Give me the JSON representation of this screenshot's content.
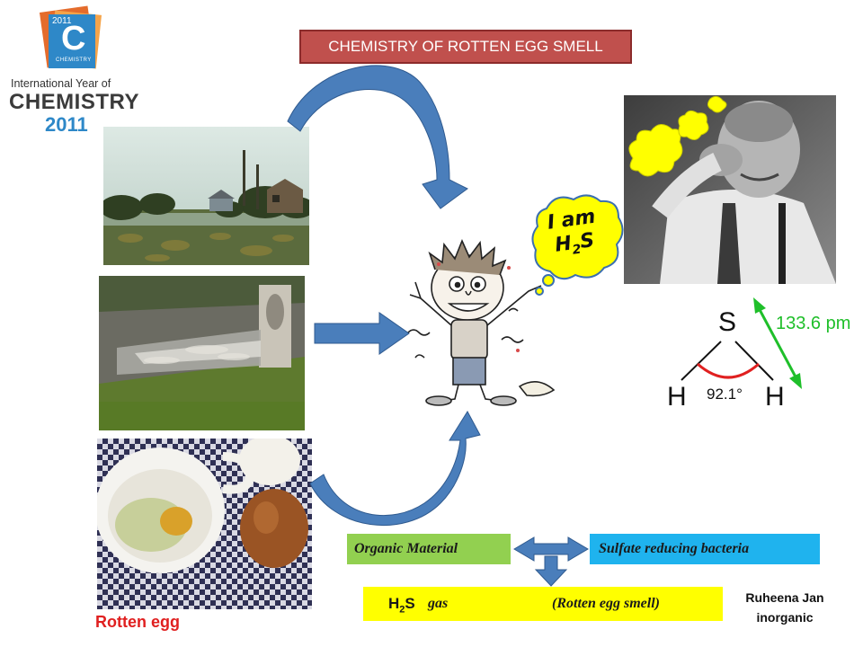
{
  "logo": {
    "small_year": "2011",
    "letter": "C",
    "small_word": "CHEMISTRY",
    "line1": "International Year of",
    "line2": "CHEMISTRY",
    "line3": "2011"
  },
  "title": "CHEMISTRY OF ROTTEN EGG SMELL",
  "speech_bubble": {
    "line1": "I am",
    "line2_main": "H",
    "line2_sub": "2",
    "line2_end": "S"
  },
  "molecule": {
    "center_atom": "S",
    "left_atom": "H",
    "right_atom": "H",
    "angle_label": "92.1°",
    "bond_length_label": "133.6 pm"
  },
  "photo_caption": "Rotten egg",
  "flow": {
    "organic": "Organic Material",
    "bacteria": "Sulfate reducing bacteria",
    "product_main": "H",
    "product_sub": "2",
    "product_end": "S",
    "product_gas": "gas",
    "product_note": "(Rotten egg smell)"
  },
  "author": {
    "name": "Ruheena Jan",
    "dept": "inorganic"
  },
  "colors": {
    "title_bg": "#c0504d",
    "arrow_blue": "#4a7ebb",
    "organic_bg": "#92d050",
    "bacteria_bg": "#1fb3ee",
    "product_bg": "#ffff00",
    "caption_red": "#e02020",
    "bond_arrow_green": "#1fbf2a"
  }
}
